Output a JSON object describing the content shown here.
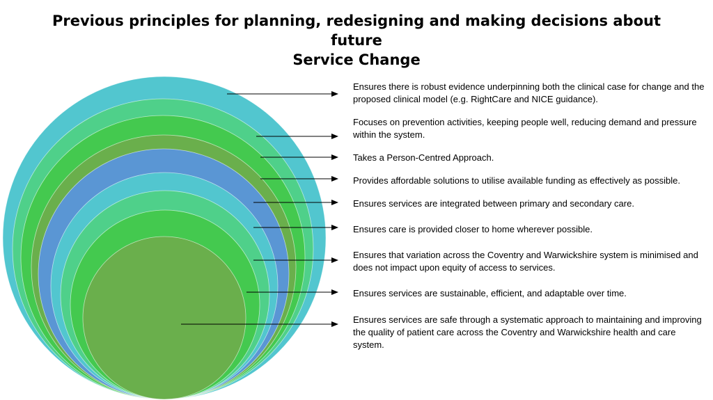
{
  "title": {
    "line1": "Previous principles for planning, redesigning and making decisions about future",
    "line2": "Service Change"
  },
  "colors": {
    "teal": "#52c6cf",
    "mint": "#4fd08a",
    "green": "#44c94f",
    "olive": "#6aaf4c",
    "blue": "#5a96d4",
    "arrow": "#000000"
  },
  "principles": [
    "Ensures there is robust evidence underpinning both the clinical case for change and the proposed clinical model (e.g. RightCare and NICE guidance).",
    "Focuses on prevention activities, keeping people well, reducing demand and pressure within the system.",
    "Takes a Person-Centred Approach.",
    "Provides affordable solutions to utilise available funding as effectively as possible.",
    "Ensures services are integrated between primary and secondary care.",
    "Ensures care is provided closer to home wherever possible.",
    "Ensures that variation across the Coventry and Warwickshire system is minimised and does not impact upon equity of access to services.",
    "Ensures services are sustainable, efficient, and adaptable over time.",
    "Ensures services are safe through a systematic approach to maintaining and improving the quality of patient care across the Coventry and Warwickshire health and care system."
  ]
}
